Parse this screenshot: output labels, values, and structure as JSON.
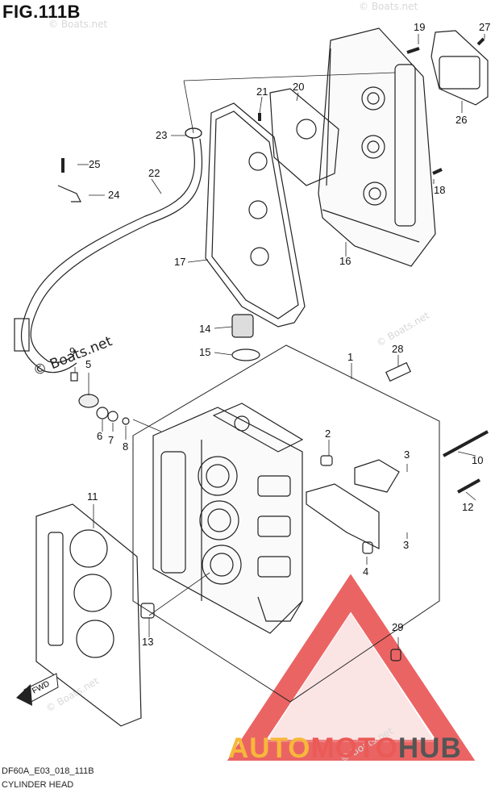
{
  "figure": {
    "title": "FIG.111B",
    "code": "DF60A_E03_018_111B",
    "name": "CYLINDER HEAD",
    "direction_label": "FWD"
  },
  "watermark": {
    "site": "© Boats.net"
  },
  "logo": {
    "part1": "AUTO",
    "part2": "MOTO",
    "part3": "HUB",
    "colors": {
      "auto": "#f6b83a",
      "moto": "#ea5a57",
      "hub": "#555555",
      "triangle": "#e84a4a"
    }
  },
  "callouts": [
    "1",
    "2",
    "3",
    "3",
    "4",
    "5",
    "6",
    "7",
    "8",
    "9",
    "10",
    "11",
    "12",
    "13",
    "14",
    "15",
    "16",
    "17",
    "18",
    "19",
    "20",
    "21",
    "22",
    "23",
    "24",
    "25",
    "26",
    "27",
    "28",
    "29"
  ]
}
